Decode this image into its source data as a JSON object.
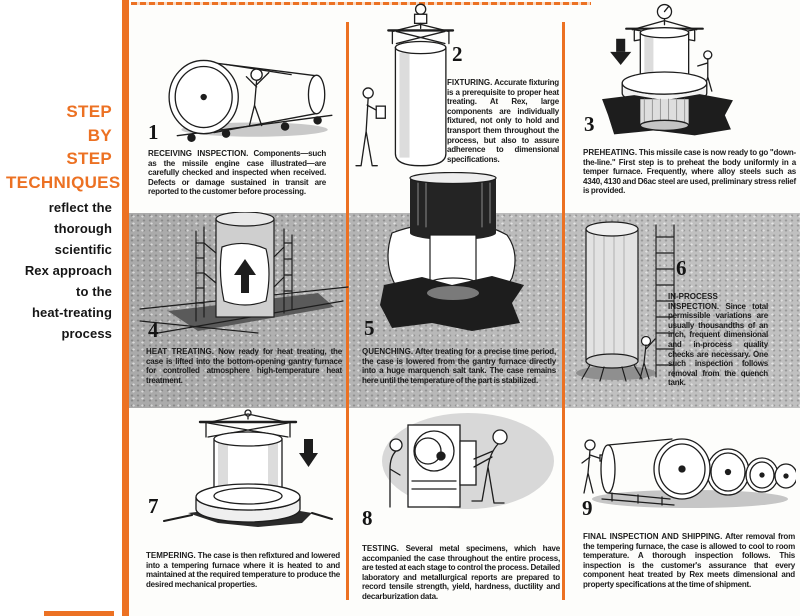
{
  "sidebar": {
    "title_lines": [
      "STEP",
      "BY",
      "STEP",
      "TECHNIQUES"
    ],
    "subtitle_lines": [
      "reflect the",
      "thorough",
      "scientific",
      "Rex approach",
      "to the",
      "heat-treating",
      "process"
    ]
  },
  "steps": [
    {
      "number": "1",
      "heading": "RECEIVING INSPECTION.",
      "body": "Components—such as the missile engine case illustrated—are carefully checked and inspected when received. Defects or damage sustained in transit are reported to the customer before processing.",
      "illustration": "missile-engine-case-on-cart-with-inspector"
    },
    {
      "number": "2",
      "heading": "FIXTURING.",
      "body": "Accurate fixturing is a prerequisite to proper heat treating. At Rex, large components are individually fixtured, not only to hold and transport them throughout the process, but also to assure adherence to dimensional specifications.",
      "illustration": "case-hanging-from-crane-fixture"
    },
    {
      "number": "3",
      "heading": "PREHEATING.",
      "body": "This missile case is now ready to go \"down-the-line.\" First step is to preheat the body uniformly in a temper furnace. Frequently, where alloy steels such as 4340, 4130 and D6ac steel are used, preliminary stress relief is provided.",
      "illustration": "case-lowered-into-pit-furnace"
    },
    {
      "number": "4",
      "heading": "HEAT TREATING.",
      "body": "Now ready for heat treating, the case is lifted into the bottom-opening gantry furnace for controlled atmosphere high-temperature heat treatment.",
      "illustration": "bottom-opening-gantry-furnace"
    },
    {
      "number": "5",
      "heading": "QUENCHING.",
      "body": "After treating for a precise time period, the case is lowered from the gantry furnace directly into a huge marquench salt tank. The case remains here until the temperature of the part is stabilized.",
      "illustration": "case-lowered-into-marquench-salt-tank"
    },
    {
      "number": "6",
      "heading": "IN-PROCESS INSPECTION.",
      "body": "Since total permissible variations are usually thousandths of an inch, frequent dimensional and in-process quality checks are necessary. One such inspection follows removal from the quench tank.",
      "illustration": "case-with-scaffold-and-inspector"
    },
    {
      "number": "7",
      "heading": "TEMPERING.",
      "body": "The case is then refixtured and lowered into a tempering furnace where it is heated to and maintained at the required temperature to produce the desired mechanical properties.",
      "illustration": "refixtured-case-lowered-into-tempering-furnace"
    },
    {
      "number": "8",
      "heading": "TESTING.",
      "body": "Several metal specimens, which have accompanied the case throughout the entire process, are tested at each stage to control the process. Detailed laboratory and metallurgical reports are prepared to record tensile strength, yield, hardness, ductility and decarburization data.",
      "illustration": "technicians-at-testing-machine"
    },
    {
      "number": "9",
      "heading": "FINAL INSPECTION AND SHIPPING.",
      "body": "After removal from the tempering furnace, the case is allowed to cool to room temperature. A thorough inspection follows. This inspection is the customer's assurance that every component heat treated by Rex meets dimensional and property specifications at the time of shipment.",
      "illustration": "finished-cases-ready-for-shipment"
    }
  ],
  "colors": {
    "accent": "#ec7123",
    "gray_band": "#b4b4b4",
    "ink": "#1b1b1b"
  }
}
